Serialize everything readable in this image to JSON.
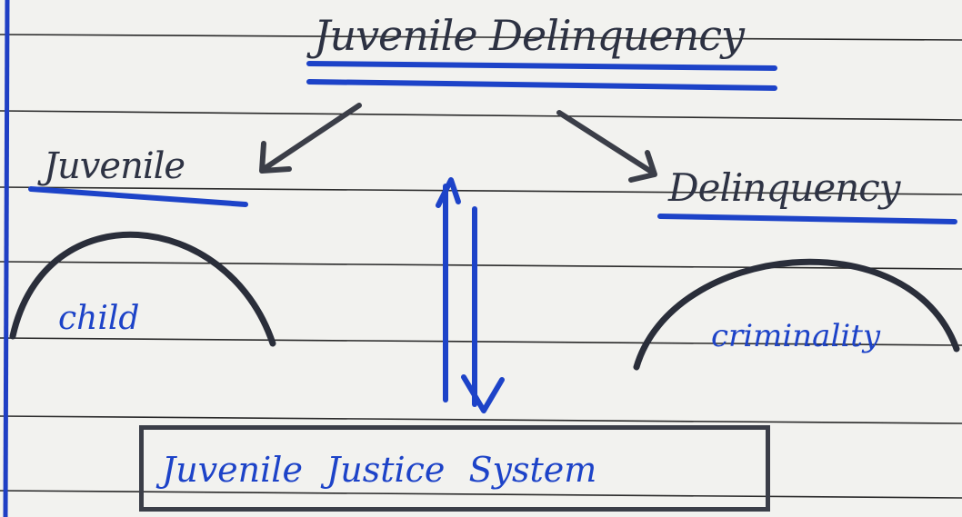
{
  "diagram": {
    "title": "Juvenile Delinquency",
    "left_term": "Juvenile",
    "right_term": "Delinquency",
    "left_meaning": "child",
    "right_meaning": "criminality",
    "bottom_box": "Juvenile Justice System"
  },
  "colors": {
    "paper": "#f2f2ef",
    "ruled_line": "#2a2a2a",
    "margin_line": "#1f3fc4",
    "blue_ink": "#1d43c8",
    "dark_ink": "#2e3344"
  }
}
